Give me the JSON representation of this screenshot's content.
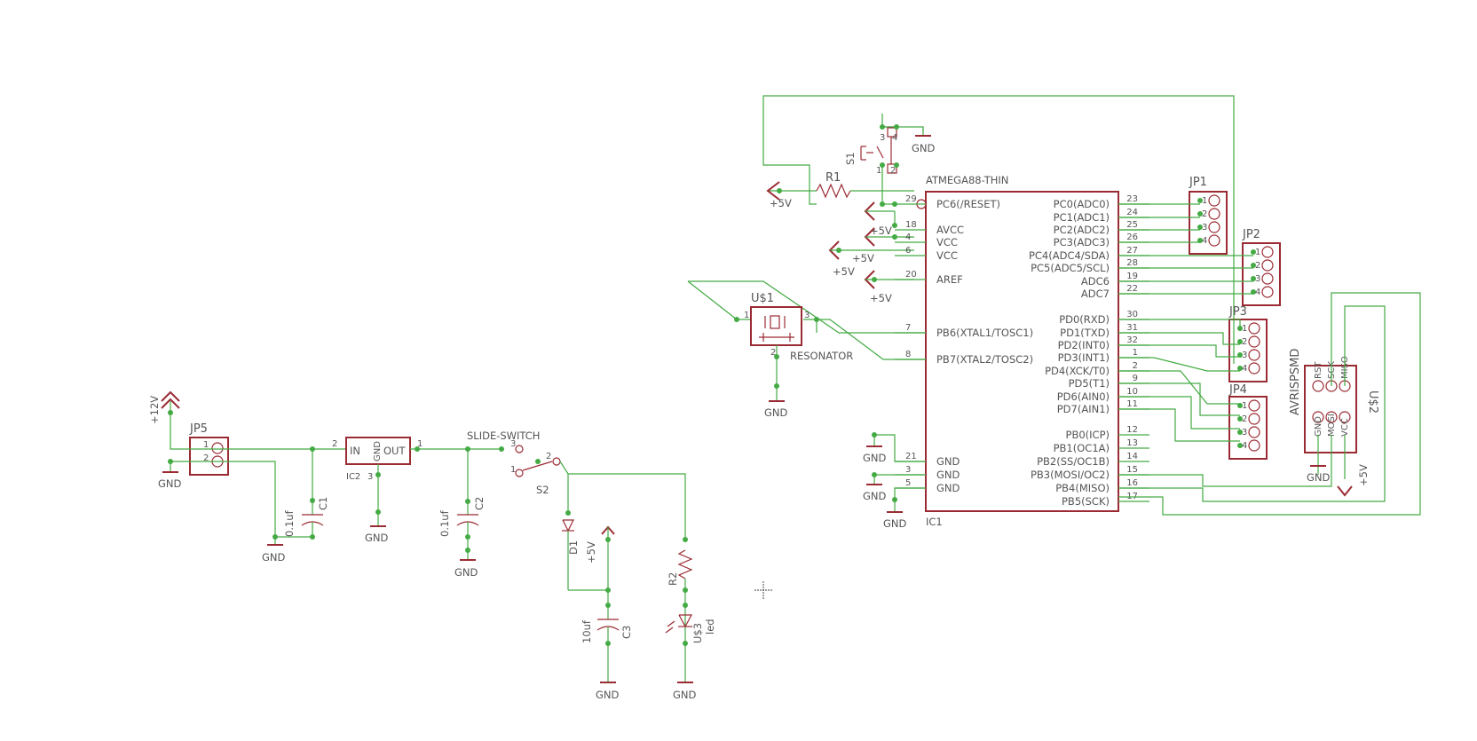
{
  "schematic": {
    "ic1": {
      "name": "ATMEGA88-THIN",
      "ref": "IC1",
      "left_pins": [
        {
          "num": "29",
          "name": "PC6(/RESET)"
        },
        {
          "num": "18",
          "name": "AVCC"
        },
        {
          "num": "4",
          "name": "VCC"
        },
        {
          "num": "6",
          "name": "VCC"
        },
        {
          "num": "20",
          "name": "AREF"
        },
        {
          "num": "7",
          "name": "PB6(XTAL1/TOSC1)"
        },
        {
          "num": "8",
          "name": "PB7(XTAL2/TOSC2)"
        },
        {
          "num": "21",
          "name": "GND"
        },
        {
          "num": "3",
          "name": "GND"
        },
        {
          "num": "5",
          "name": "GND"
        }
      ],
      "right_pins": [
        {
          "num": "23",
          "name": "PC0(ADC0)"
        },
        {
          "num": "24",
          "name": "PC1(ADC1)"
        },
        {
          "num": "25",
          "name": "PC2(ADC2)"
        },
        {
          "num": "26",
          "name": "PC3(ADC3)"
        },
        {
          "num": "27",
          "name": "PC4(ADC4/SDA)"
        },
        {
          "num": "28",
          "name": "PC5(ADC5/SCL)"
        },
        {
          "num": "19",
          "name": "ADC6"
        },
        {
          "num": "22",
          "name": "ADC7"
        },
        {
          "num": "30",
          "name": "PD0(RXD)"
        },
        {
          "num": "31",
          "name": "PD1(TXD)"
        },
        {
          "num": "32",
          "name": "PD2(INT0)"
        },
        {
          "num": "1",
          "name": "PD3(INT1)"
        },
        {
          "num": "2",
          "name": "PD4(XCK/T0)"
        },
        {
          "num": "9",
          "name": "PD5(T1)"
        },
        {
          "num": "10",
          "name": "PD6(AIN0)"
        },
        {
          "num": "11",
          "name": "PD7(AIN1)"
        },
        {
          "num": "12",
          "name": "PB0(ICP)"
        },
        {
          "num": "13",
          "name": "PB1(OC1A)"
        },
        {
          "num": "14",
          "name": "PB2(SS/OC1B)"
        },
        {
          "num": "15",
          "name": "PB3(MOSI/OC2)"
        },
        {
          "num": "16",
          "name": "PB4(MISO)"
        },
        {
          "num": "17",
          "name": "PB5(SCK)"
        }
      ]
    },
    "jp1": "JP1",
    "jp2": "JP2",
    "jp3": "JP3",
    "jp4": "JP4",
    "jp5": "JP5",
    "pin_nums": [
      "1",
      "2",
      "3",
      "4"
    ],
    "u2": {
      "ref": "U$2",
      "name": "AVRISPSMD",
      "pins": [
        "RST",
        "SCK",
        "MISO",
        "GND",
        "MOSI",
        "VCC"
      ]
    },
    "u1": {
      "ref": "U$1",
      "name": "RESONATOR",
      "pin1": "1",
      "pin2": "2",
      "pin3": "3"
    },
    "ic2": {
      "ref": "IC2",
      "in": "IN",
      "gnd": "GND",
      "out": "OUT",
      "pin_in": "2",
      "pin_out": "1",
      "pin_gnd": "3"
    },
    "s1": "S1",
    "s1_pins": [
      "1",
      "2",
      "3",
      "4"
    ],
    "s2": {
      "ref": "S2",
      "name": "SLIDE-SWITCH",
      "pin1": "1",
      "pin2": "2",
      "pin3": "3"
    },
    "r1": "R1",
    "r2": "R2",
    "c1": {
      "ref": "C1",
      "value": "0.1uf"
    },
    "c2": {
      "ref": "C2",
      "value": "0.1uf"
    },
    "c3": {
      "ref": "C3",
      "value": "10uf"
    },
    "d1": "D1",
    "u3": {
      "ref": "U$3",
      "value": "led"
    },
    "gnd": "GND",
    "p5v": "+5V",
    "p12v": "+12V"
  }
}
